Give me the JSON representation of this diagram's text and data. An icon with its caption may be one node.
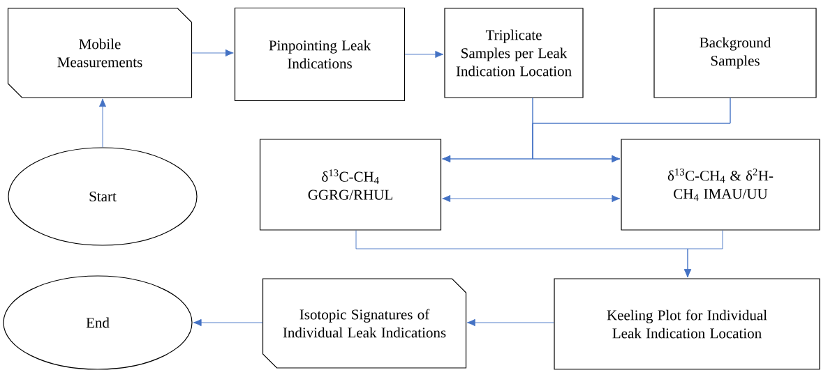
{
  "diagram": {
    "nodes": [
      {
        "text": [
          "Mobile Measurements"
        ]
      },
      {
        "text": [
          "Pinpointing Leak Indications"
        ]
      },
      {
        "text": [
          "Triplicate Samples per Leak Indication Location"
        ]
      },
      {
        "text": [
          "Background Samples"
        ]
      },
      {
        "text": [
          "Start"
        ]
      },
      {
        "text": [
          "δ$^{13}$C-CH$_{4}$ GGRG/RHUL"
        ]
      },
      {
        "text": [
          "δ$^{13}$C-CH$_{4}$ & δ$^{2}$H-CH$_{4}$ IMAU/UU"
        ]
      },
      {
        "text": [
          "Keeling Plot for Individual Leak Indication Location"
        ]
      },
      {
        "text": [
          "Isotopic Signatures of Individual Leak Indications"
        ]
      },
      {
        "text": [
          "End"
        ]
      }
    ],
    "edges": [
      {
        "from": 4,
        "to": 0,
        "arrow": "to"
      },
      {
        "from": 0,
        "to": 1,
        "arrow": "to"
      },
      {
        "from": 1,
        "to": 2,
        "arrow": "to"
      },
      {
        "from": 2,
        "to": 5,
        "arrow": "to"
      },
      {
        "from": 2,
        "to": 6,
        "arrow": "to"
      },
      {
        "from": 3,
        "to": 5,
        "arrow": "to"
      },
      {
        "from": 3,
        "to": 6,
        "arrow": "to"
      },
      {
        "from": 5,
        "to": 6,
        "arrow": "both"
      },
      {
        "from": 5,
        "to": 7,
        "arrow": "to"
      },
      {
        "from": 6,
        "to": 7,
        "arrow": "to"
      },
      {
        "from": 7,
        "to": 8,
        "arrow": "to"
      },
      {
        "from": 8,
        "to": 9,
        "arrow": "to"
      }
    ]
  }
}
